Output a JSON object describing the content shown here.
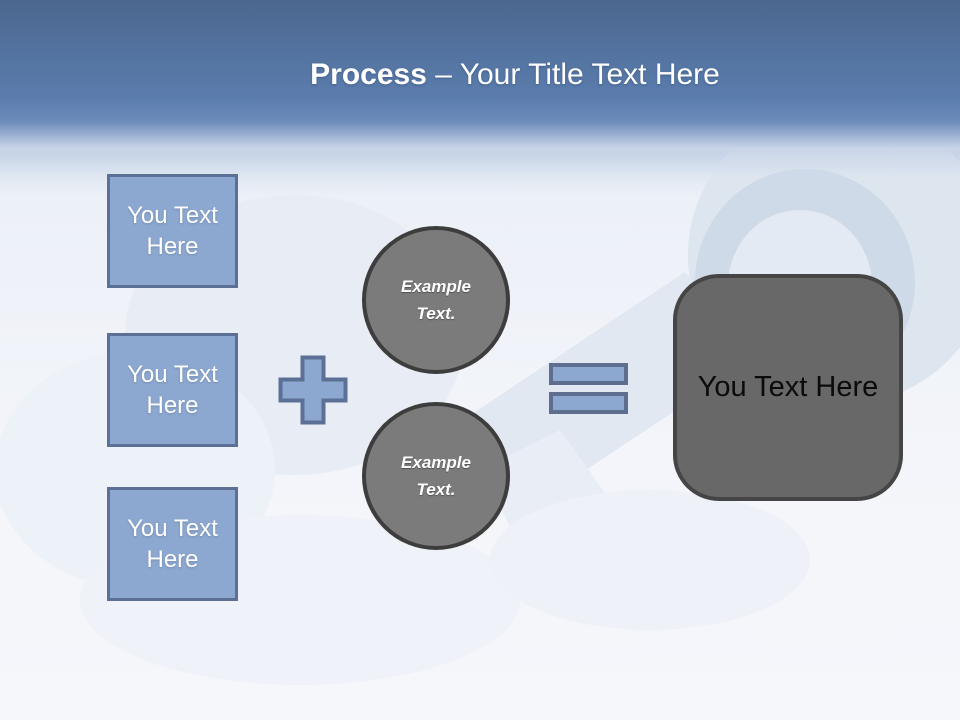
{
  "title": {
    "emphasis": "Process",
    "rest": "– Your Title Text Here"
  },
  "input_boxes": [
    {
      "label": "You Text Here"
    },
    {
      "label": "You Text Here"
    },
    {
      "label": "You Text Here"
    }
  ],
  "operators": {
    "plus": "plus-icon",
    "equals": "equals-icon"
  },
  "example_circles": [
    {
      "label": "Example Text."
    },
    {
      "label": "Example Text."
    }
  ],
  "result_box": {
    "label": "You Text Here"
  },
  "colors": {
    "header_top": "#4b678f",
    "header_mid": "#5b7dae",
    "canvas": "#f3f5fa",
    "shape_blue_fill": "#8da8d0",
    "shape_blue_border": "#5c7095",
    "equals_border": "#5d6e8e",
    "circle_fill": "#7b7b7b",
    "circle_border": "#3d3d3d",
    "result_fill": "#686868",
    "result_border": "#454545",
    "title_text": "#ffffff",
    "result_text": "#0b0b0b"
  }
}
